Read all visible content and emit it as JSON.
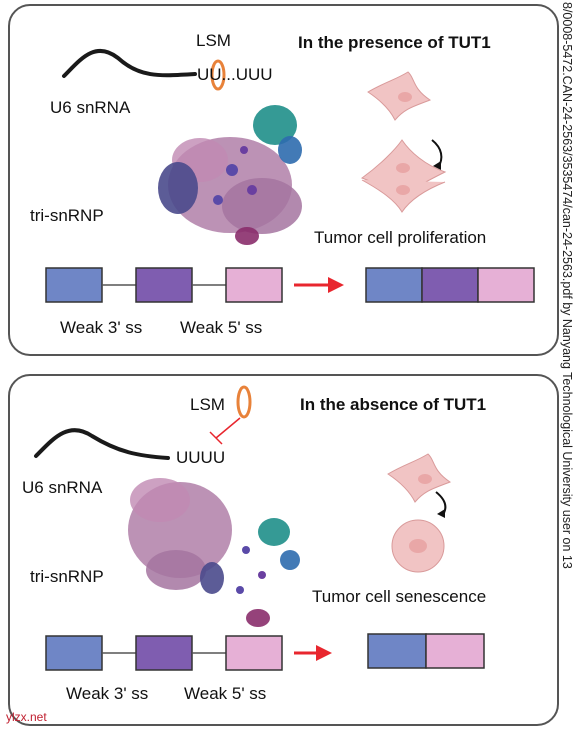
{
  "top_panel": {
    "title": "In the presence of TUT1",
    "lsm_label": "LSM",
    "u6_label": "U6 snRNA",
    "u_tail": "UU...UUU",
    "tri_snrnp_label": "tri-snRNP",
    "outcome_label": "Tumor cell proliferation",
    "weak3_label": "Weak 3' ss",
    "weak5_label": "Weak 5' ss"
  },
  "bottom_panel": {
    "title": "In the absence of TUT1",
    "lsm_label": "LSM",
    "u6_label": "U6 snRNA",
    "u_tail": "UUUU",
    "tri_snrnp_label": "tri-snRNP",
    "outcome_label": "Tumor cell senescence",
    "weak3_label": "Weak 3' ss",
    "weak5_label": "Weak 5' ss"
  },
  "side_text": "8/0008-5472.CAN-24-2563/3535474/can-24-2563.pdf by Nanyang Technological University user on 13",
  "watermark": "ylzx.net",
  "colors": {
    "exon_blue": "#6f86c6",
    "exon_purple": "#7f5db0",
    "exon_pink": "#e6b0d6",
    "arrow_red": "#e8262e",
    "lsm_orange": "#e8823a",
    "cell_pink": "#f1c4c4"
  }
}
